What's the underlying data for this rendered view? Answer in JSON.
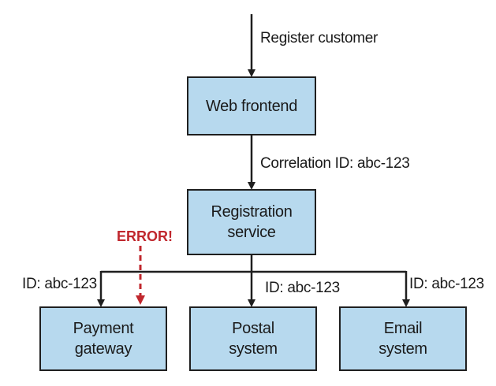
{
  "diagram": {
    "nodes": {
      "web_frontend": "Web frontend",
      "registration_service": "Registration\nservice",
      "payment_gateway": "Payment\ngateway",
      "postal_system": "Postal\nsystem",
      "email_system": "Email\nsystem"
    },
    "edges": {
      "entry": "Register customer",
      "frontend_to_registration": "Correlation ID: abc-123",
      "to_payment": "ID: abc-123",
      "to_postal": "ID: abc-123",
      "to_email": "ID: abc-123"
    },
    "error": {
      "label": "ERROR!",
      "color": "#c0272d"
    },
    "colors": {
      "box_fill": "#b7d9ee",
      "line": "#1f1f1f"
    }
  }
}
